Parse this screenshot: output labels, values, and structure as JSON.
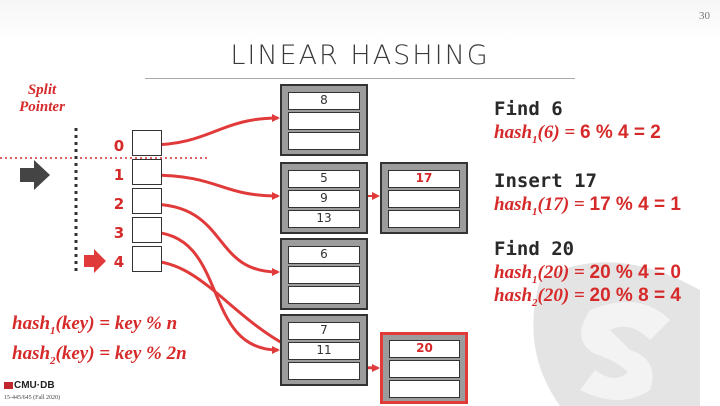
{
  "page_number": "30",
  "title": "LINEAR HASHING",
  "split_pointer_label": [
    "Split",
    "Pointer"
  ],
  "directory": {
    "indices": [
      "0",
      "1",
      "2",
      "3",
      "4"
    ]
  },
  "buckets": [
    {
      "slots": [
        "8",
        "",
        ""
      ],
      "highlight": false
    },
    {
      "slots": [
        "5",
        "9",
        "13"
      ],
      "highlight": false
    },
    {
      "slots": [
        "17",
        "",
        ""
      ],
      "highlight": false,
      "overflow": true
    },
    {
      "slots": [
        "6",
        "",
        ""
      ],
      "highlight": false
    },
    {
      "slots": [
        "7",
        "11",
        ""
      ],
      "highlight": false
    },
    {
      "slots": [
        "20",
        "",
        ""
      ],
      "highlight": true
    }
  ],
  "operations": [
    {
      "head": "Find 6",
      "formulas": [
        {
          "fn": "hash",
          "sub": "1",
          "arg": "6",
          "val": "6 % 4 = 2"
        }
      ]
    },
    {
      "head": "Insert 17",
      "formulas": [
        {
          "fn": "hash",
          "sub": "1",
          "arg": "17",
          "val": "17 % 4 = 1"
        }
      ]
    },
    {
      "head": "Find 20",
      "formulas": [
        {
          "fn": "hash",
          "sub": "1",
          "arg": "20",
          "val": "20 % 4 = 0"
        },
        {
          "fn": "hash",
          "sub": "2",
          "arg": "20",
          "val": "20 % 8 = 4"
        }
      ]
    }
  ],
  "hash_functions": [
    {
      "fn": "hash",
      "sub": "1",
      "arg": "key",
      "expr": "key % n"
    },
    {
      "fn": "hash",
      "sub": "2",
      "arg": "key",
      "expr": "key % 2n"
    }
  ],
  "footer": {
    "logo": "CMU·DB",
    "course": "15-445/645 (Fall 2020)"
  },
  "colors": {
    "accent": "#d62a2a",
    "bucket_fill": "#9c9c9c",
    "text": "#2a2a2a"
  }
}
